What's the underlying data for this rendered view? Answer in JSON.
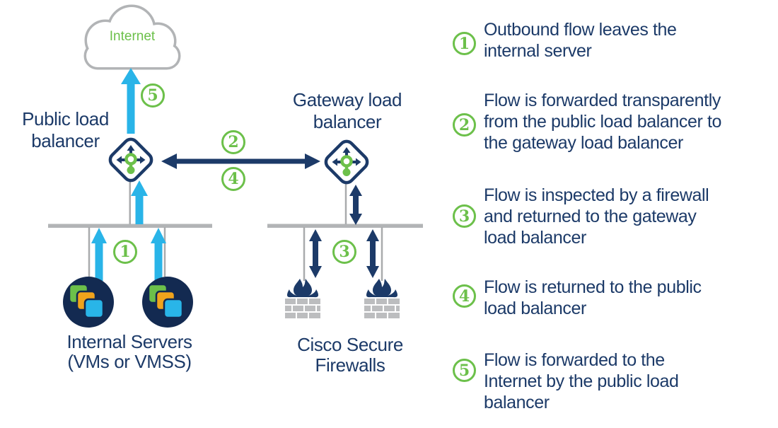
{
  "palette": {
    "navy": "#1c3a68",
    "dark_navy_circle": "#132a51",
    "cyan": "#29b4e8",
    "green": "#6cc04a",
    "gray_bar": "#b2b4b6",
    "gray_line": "#a9abad",
    "brick_gray": "#bcbdbf",
    "orange": "#f0a31c",
    "square_cyan": "#29b5e8"
  },
  "diagram": {
    "internet_label": "Internet",
    "public_lb_label": "Public load\nbalancer",
    "gateway_lb_label": "Gateway load\nbalancer",
    "internal_servers_label": "Internal Servers\n(VMs or VMSS)",
    "firewalls_label": "Cisco Secure\nFirewalls"
  },
  "legend": {
    "items": [
      {
        "number": "1",
        "text": "Outbound flow leaves the\ninternal server"
      },
      {
        "number": "2",
        "text": "Flow is forwarded transparently\nfrom the public load balancer to\nthe gateway load balancer"
      },
      {
        "number": "3",
        "text": "Flow is inspected by a firewall\nand returned to the gateway\nload balancer"
      },
      {
        "number": "4",
        "text": "Flow is returned to the public\nload balancer"
      },
      {
        "number": "5",
        "text": "Flow is forwarded to the\nInternet by the public load\nbalancer"
      }
    ]
  }
}
